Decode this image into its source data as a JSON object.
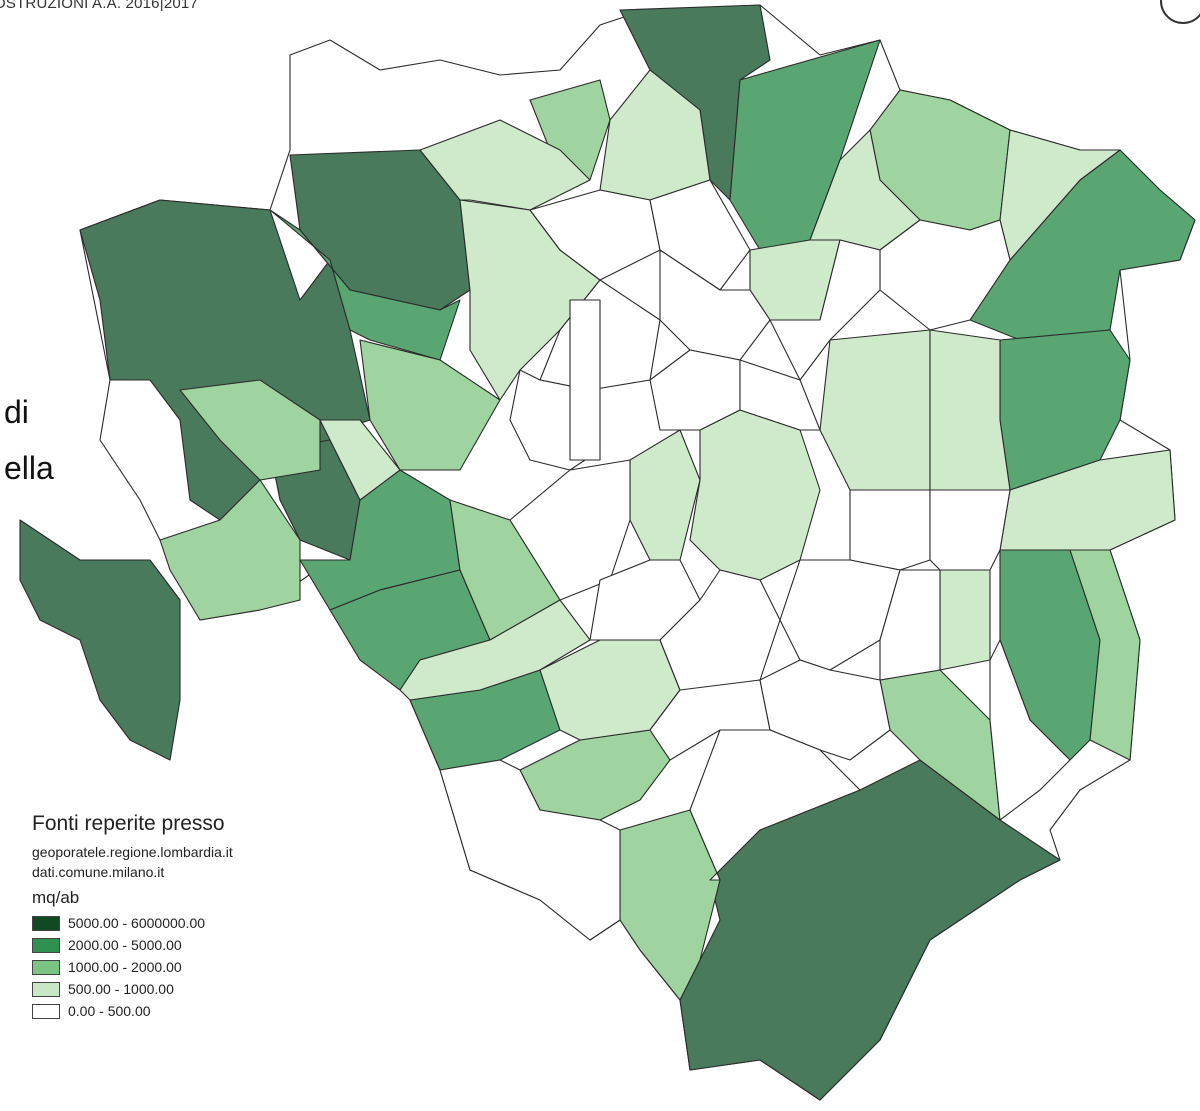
{
  "header": {
    "text": "OSTRUZIONI A.A. 2016|2017"
  },
  "side_text": {
    "line1": "di",
    "line2": "ella"
  },
  "legend": {
    "title": "Fonti reperite presso",
    "sources": [
      "geoporatele.regione.lombardia.it",
      "dati.comune.milano.it"
    ],
    "unit": "mq/ab",
    "classes": [
      {
        "label": "5000.00 - 6000000.00",
        "color": "#0f4a22"
      },
      {
        "label": "2000.00 - 5000.00",
        "color": "#2e9150"
      },
      {
        "label": "1000.00 - 2000.00",
        "color": "#7cc484"
      },
      {
        "label": "500.00 - 1000.00",
        "color": "#c8e7c4"
      },
      {
        "label": "0.00 - 500.00",
        "color": "#ffffff"
      }
    ]
  },
  "map_colors": {
    "very_dark": "#4a7a5c",
    "dark": "#5aa672",
    "medium": "#9fd39f",
    "light": "#cfeacb",
    "white": "#ffffff"
  },
  "zone_classes": [
    "very_dark",
    "very_dark",
    "very_dark",
    "very_dark",
    "very_dark",
    "very_dark",
    "dark",
    "dark",
    "dark",
    "dark",
    "dark",
    "dark",
    "dark",
    "dark",
    "medium",
    "medium",
    "medium",
    "medium",
    "medium",
    "medium",
    "medium",
    "medium",
    "medium",
    "medium",
    "light",
    "light",
    "light",
    "light",
    "light",
    "light",
    "light",
    "light",
    "light",
    "light",
    "light",
    "light",
    "light",
    "light",
    "light",
    "white",
    "white",
    "white",
    "white",
    "white",
    "white",
    "white",
    "white",
    "white",
    "white",
    "white",
    "white",
    "white",
    "white",
    "white",
    "white",
    "white",
    "white",
    "white",
    "white",
    "white",
    "white"
  ]
}
